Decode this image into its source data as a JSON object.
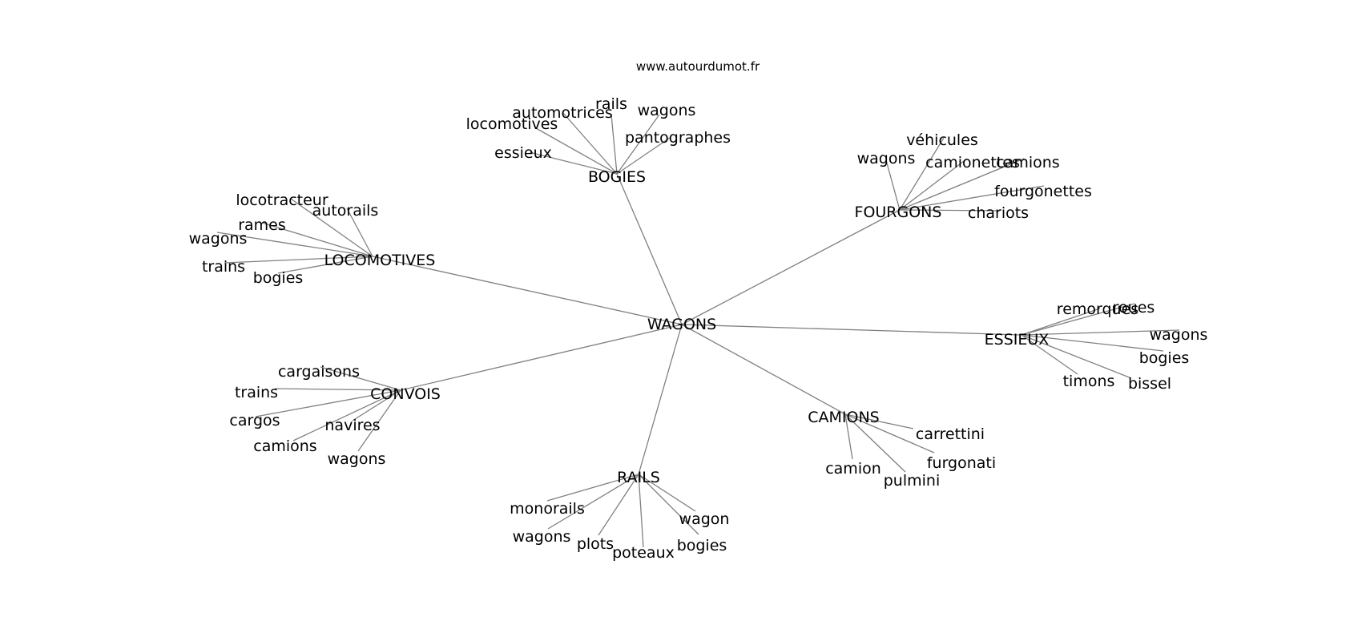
{
  "source": "www.autourdumot.fr",
  "graph": {
    "center": "WAGONS",
    "clusters": [
      {
        "hub": "BOGIES",
        "leaves": [
          "rails",
          "automotrices",
          "wagons",
          "locomotives",
          "pantographes",
          "essieux"
        ]
      },
      {
        "hub": "FOURGONS",
        "leaves": [
          "véhicules",
          "wagons",
          "camionettes",
          "camions",
          "fourgonettes",
          "chariots"
        ]
      },
      {
        "hub": "LOCOMOTIVES",
        "leaves": [
          "locotracteur",
          "autorails",
          "rames",
          "wagons",
          "trains",
          "bogies"
        ]
      },
      {
        "hub": "ESSIEUX",
        "leaves": [
          "remorques",
          "roues",
          "wagons",
          "bogies",
          "timons",
          "bissel"
        ]
      },
      {
        "hub": "CONVOIS",
        "leaves": [
          "cargaisons",
          "trains",
          "cargos",
          "navires",
          "camions",
          "wagons"
        ]
      },
      {
        "hub": "CAMIONS",
        "leaves": [
          "carrettini",
          "furgonati",
          "camion",
          "pulmini"
        ]
      },
      {
        "hub": "RAILS",
        "leaves": [
          "monorails",
          "wagon",
          "wagons",
          "plots",
          "bogies",
          "poteaux"
        ]
      }
    ]
  }
}
